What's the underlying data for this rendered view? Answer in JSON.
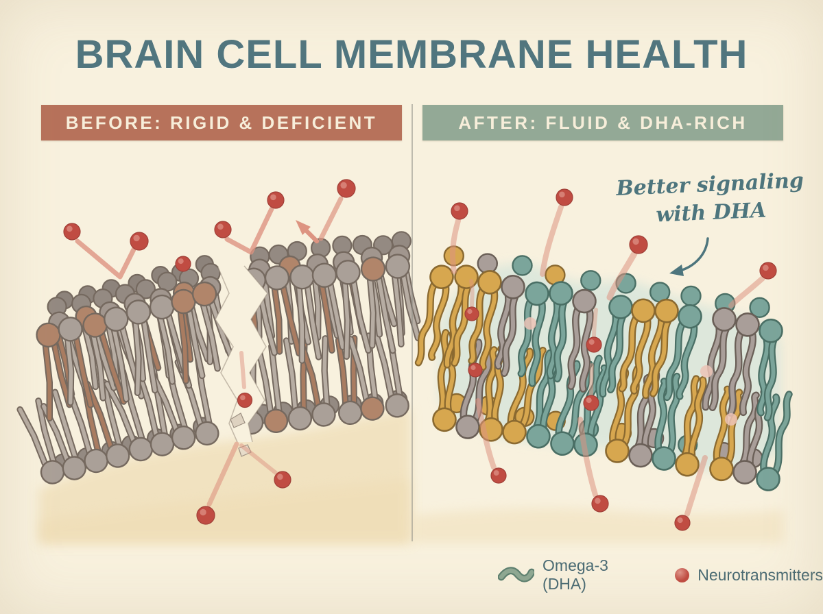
{
  "page": {
    "title": "BRAIN CELL MEMBRANE HEALTH",
    "title_color": "#51767f",
    "background_color": "#f8f1de"
  },
  "panels": {
    "before": {
      "label": "BEFORE: RIGID & DEFICIENT",
      "banner_color": "#b7725b",
      "banner_text_color": "#f7eeda"
    },
    "after": {
      "label": "AFTER: FLUID & DHA-RICH",
      "banner_color": "#93a996",
      "banner_text_color": "#f7eeda"
    },
    "divider_color": "#8e8e86"
  },
  "annotation": {
    "line1": "Better signaling",
    "line2": "with DHA",
    "color": "#4d757d"
  },
  "legend": {
    "text_color": "#4a6b74",
    "items": [
      {
        "icon": "omega3-squiggle-icon",
        "label": "Omega-3 (DHA)",
        "color": "#8fa893",
        "outline": "#5e8070"
      },
      {
        "icon": "neurotransmitter-dot-icon",
        "label": "Neurotransmitters",
        "color": "#c04c42"
      }
    ]
  },
  "illustration": {
    "neurotransmitter_color": "#c04c42",
    "neurotransmitter_outline": "#a03f37",
    "neurotransmitter_highlight": "#e0968a",
    "faded_dot_color": "#ecc3b6",
    "trail_color": "#dd9481",
    "sand_wash_color": "#f0dfb9",
    "left_membrane": {
      "head_gray": "#aaa098",
      "head_tan": "#b1856a",
      "head_mid": "#a1968e",
      "head_back": "#948a82",
      "head_back2": "#8d837b",
      "tail_gray": "#b7ada3",
      "tail_brown": "#a97c61",
      "outline": "#75695f",
      "crack_edge": "#9b8e80",
      "shard_fill": "#ded2c0"
    },
    "right_membrane": {
      "gold": "#d7a74f",
      "gold_outline": "#8a6930",
      "teal": "#7ba59b",
      "teal_outline": "#4a6f65",
      "gray": "#a99e99",
      "gray_outline": "#6a5f57",
      "wash": "#d9e6db"
    }
  }
}
